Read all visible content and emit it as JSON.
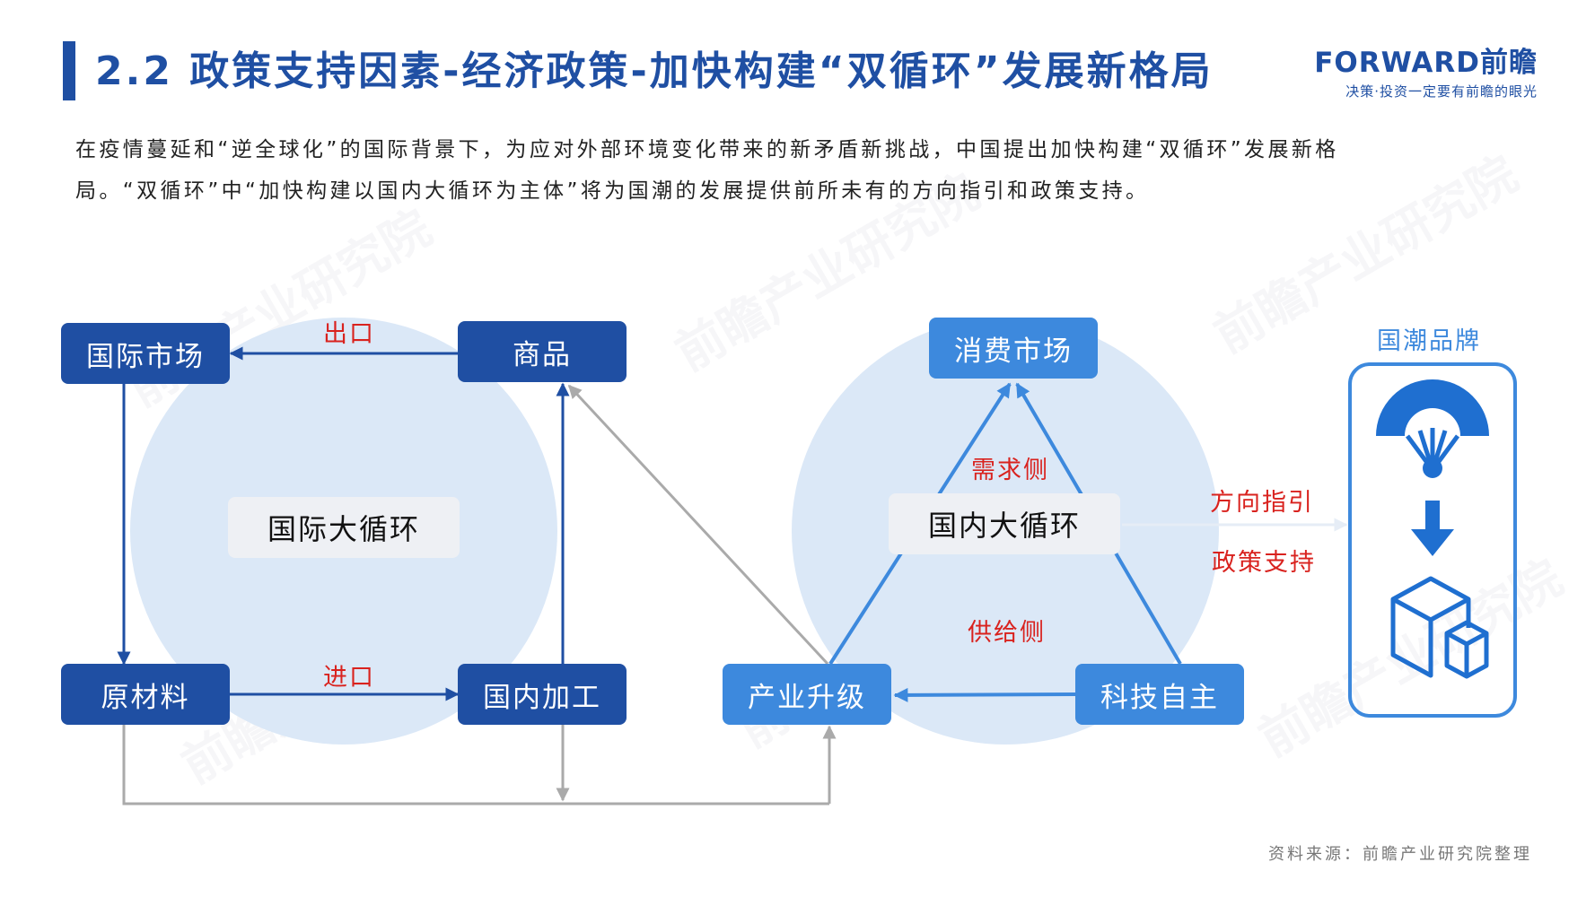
{
  "header": {
    "title": "2.2 政策支持因素-经济政策-加快构建“双循环”发展新格局",
    "logo_text": "FORWARD前瞻",
    "logo_tagline": "决策·投资一定要有前瞻的眼光"
  },
  "intro": {
    "line1": "在疫情蔓延和“逆全球化”的国际背景下，为应对外部环境变化带来的新矛盾新挑战，中国提出加快构建“双循环”发展新格",
    "line2": "局。“双循环”中“加快构建以国内大循环为主体”将为国潮的发展提供前所未有的方向指引和政策支持。"
  },
  "diagram": {
    "international_cycle": {
      "center": "国际大循环",
      "nodes": {
        "market": "国际市场",
        "goods": "商品",
        "materials": "原材料",
        "processing": "国内加工"
      },
      "labels": {
        "export": "出口",
        "import": "进口"
      }
    },
    "domestic_cycle": {
      "center": "国内大循环",
      "nodes": {
        "consumer": "消费市场",
        "upgrade": "产业升级",
        "tech": "科技自主"
      },
      "labels": {
        "demand": "需求侧",
        "supply": "供给侧",
        "direction": "方向指引",
        "policy": "政策支持"
      }
    },
    "brand_panel": {
      "title": "国潮品牌",
      "icons": [
        "fan-icon",
        "arrow-down-icon",
        "cubes-icon"
      ]
    }
  },
  "colors": {
    "dark_blue": "#1f4fa3",
    "light_blue": "#3d89dd",
    "circle": "#dbe8f7",
    "red": "#d9221e",
    "gray_line": "#aaaaaa"
  },
  "watermark": "前瞻产业研究院",
  "source": "资料来源：前瞻产业研究院整理"
}
